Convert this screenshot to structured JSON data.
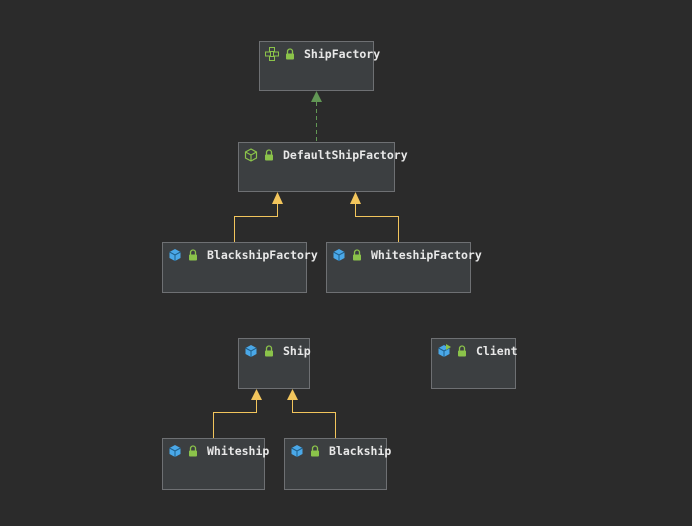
{
  "diagram": {
    "nodes": [
      {
        "id": "shipfactory",
        "label": "ShipFactory",
        "kind": "interface",
        "icon": "interface-icon"
      },
      {
        "id": "defaultshipfactory",
        "label": "DefaultShipFactory",
        "kind": "abstract-class",
        "icon": "abstract-class-icon"
      },
      {
        "id": "blackshipfactory",
        "label": "BlackshipFactory",
        "kind": "class",
        "icon": "class-icon"
      },
      {
        "id": "whiteshipfactory",
        "label": "WhiteshipFactory",
        "kind": "class",
        "icon": "class-icon"
      },
      {
        "id": "ship",
        "label": "Ship",
        "kind": "class",
        "icon": "class-icon"
      },
      {
        "id": "client",
        "label": "Client",
        "kind": "runnable-class",
        "icon": "runnable-class-icon"
      },
      {
        "id": "whiteship",
        "label": "Whiteship",
        "kind": "class",
        "icon": "class-icon"
      },
      {
        "id": "blackship",
        "label": "Blackship",
        "kind": "class",
        "icon": "class-icon"
      }
    ],
    "edges": [
      {
        "from": "defaultshipfactory",
        "to": "shipfactory",
        "type": "implements"
      },
      {
        "from": "blackshipfactory",
        "to": "defaultshipfactory",
        "type": "extends"
      },
      {
        "from": "whiteshipfactory",
        "to": "defaultshipfactory",
        "type": "extends"
      },
      {
        "from": "whiteship",
        "to": "ship",
        "type": "extends"
      },
      {
        "from": "blackship",
        "to": "ship",
        "type": "extends"
      }
    ]
  },
  "colors": {
    "background": "#2b2b2b",
    "node_fill": "#3c3f41",
    "node_border": "#6e7073",
    "extends_edge": "#f2c55c",
    "implements_edge": "#629755",
    "class_icon": "#4aa8e8",
    "interface_icon": "#8bc34a",
    "lock_icon": "#8bc34a"
  }
}
